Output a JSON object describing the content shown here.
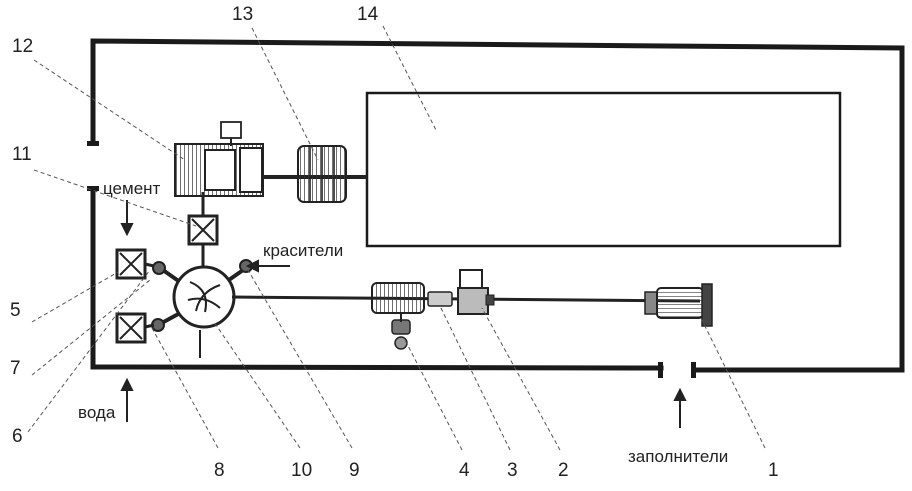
{
  "diagram": {
    "callouts": [
      "1",
      "2",
      "3",
      "4",
      "5",
      "6",
      "7",
      "8",
      "9",
      "10",
      "11",
      "12",
      "13",
      "14"
    ],
    "inputs": {
      "cement": "цемент",
      "dyes": "красители",
      "water": "вода",
      "aggregates": "заполнители"
    }
  },
  "colors": {
    "ink": "#1a1a1a",
    "paper": "#ffffff"
  }
}
